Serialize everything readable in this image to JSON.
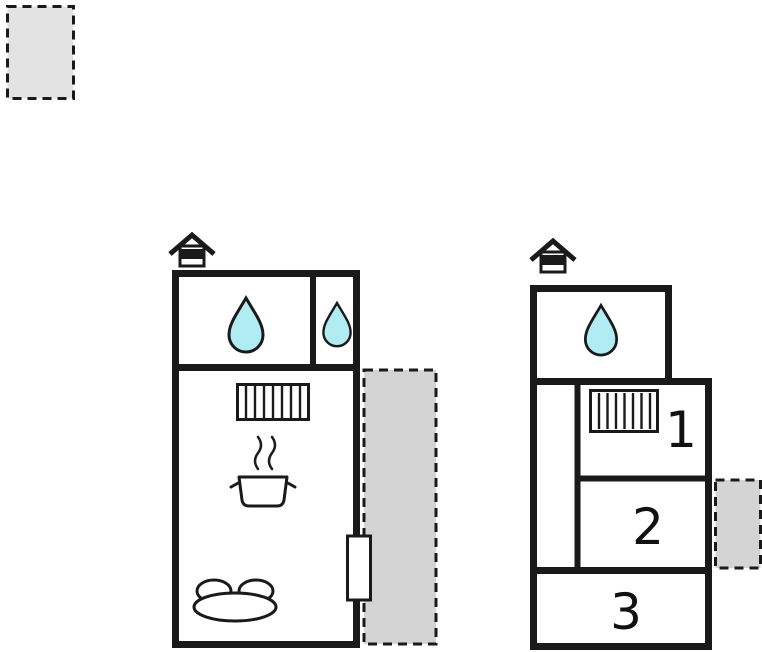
{
  "palette": {
    "wall": "#1a1a1a",
    "room_fill": "#ffffff",
    "terrace_fill": "#d4d4d4",
    "legend_fill": "#e3e3e3",
    "drop_fill": "#b0ecf2",
    "label_color": "#111111",
    "background": "#ffffff"
  },
  "legend": {
    "swatch_name": "terrace-area-swatch"
  },
  "right_unit": {
    "room_labels": [
      "1",
      "2",
      "3"
    ]
  },
  "icons": {
    "chimney": "chimney-icon",
    "water_drop": "water-drop-icon",
    "radiator": "radiator-icon",
    "steam": "steam-icon",
    "pot": "pot-icon",
    "sofa": "sofa-icon",
    "door": "door-icon"
  }
}
